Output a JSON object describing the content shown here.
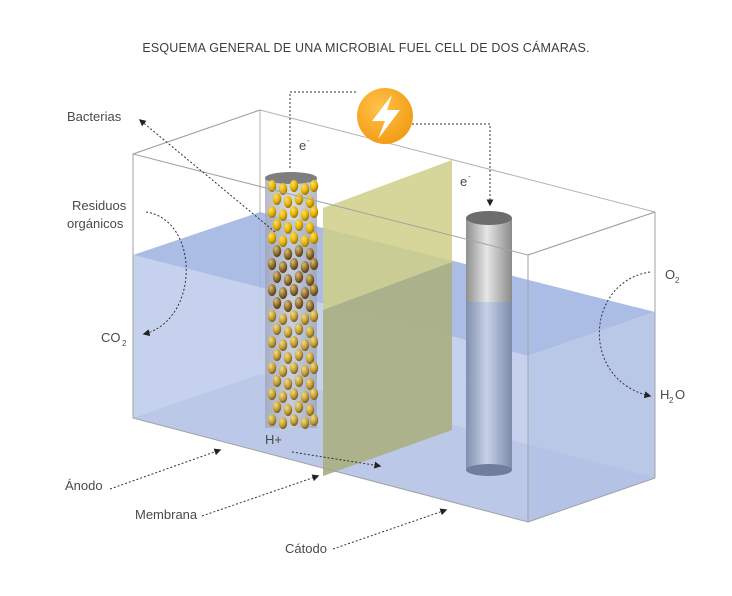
{
  "title": "ESQUEMA GENERAL DE UNA MICROBIAL FUEL CELL DE DOS CÁMARAS.",
  "labels": {
    "bacterias": "Bacterias",
    "residuos_1": "Residuos",
    "residuos_2": "orgánicos",
    "co2_main": "CO",
    "co2_sub": "2",
    "o2_main": "O",
    "o2_sub": "2",
    "h2o_h": "H",
    "h2o_sub": "2",
    "h2o_o": "O",
    "electron_1": "e",
    "electron_1_sup": "-",
    "electron_2": "e",
    "electron_2_sup": "-",
    "proton": "H+",
    "anodo": "Ánodo",
    "membrana": "Membrana",
    "catodo": "Cátodo"
  },
  "colors": {
    "water": "#b9c7e8",
    "water_surface": "#9fb3e2",
    "membrane": "#cfd08a",
    "power_icon": "#f5a21b",
    "outline": "#a9a9a9"
  },
  "icons": {
    "power": "lightning-bolt-icon"
  }
}
